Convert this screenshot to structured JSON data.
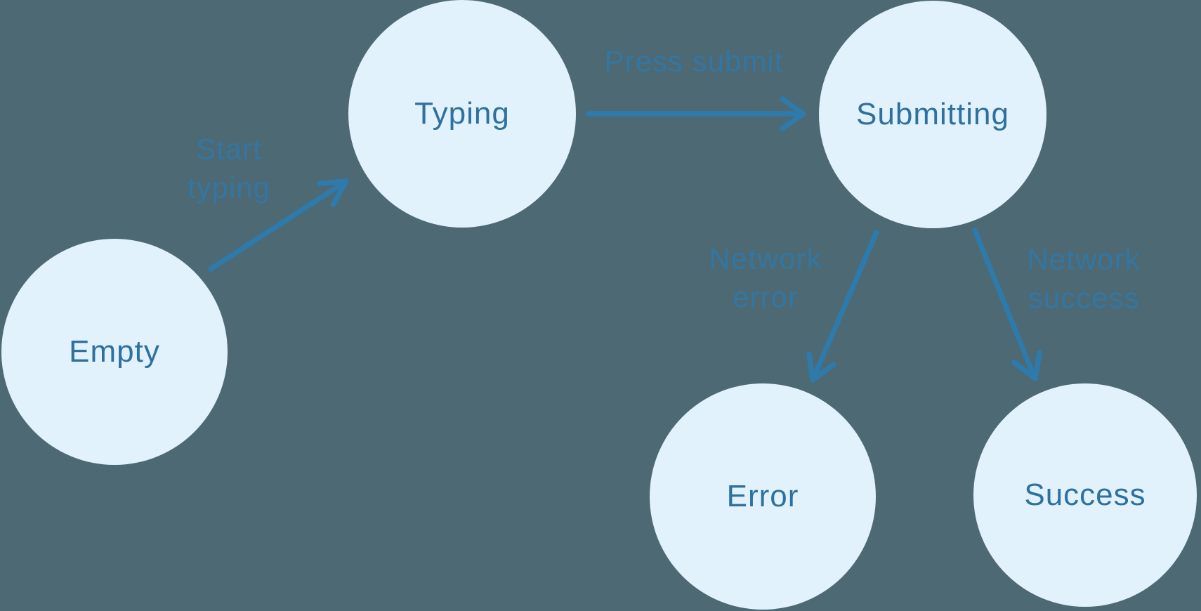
{
  "diagram": {
    "type": "state-machine",
    "states": [
      {
        "id": "empty",
        "label": "Empty"
      },
      {
        "id": "typing",
        "label": "Typing"
      },
      {
        "id": "submitting",
        "label": "Submitting"
      },
      {
        "id": "error",
        "label": "Error"
      },
      {
        "id": "success",
        "label": "Success"
      }
    ],
    "transitions": [
      {
        "from": "empty",
        "to": "typing",
        "label": "Start typing"
      },
      {
        "from": "typing",
        "to": "submitting",
        "label": "Press submit"
      },
      {
        "from": "submitting",
        "to": "error",
        "label": "Network error"
      },
      {
        "from": "submitting",
        "to": "success",
        "label": "Network success"
      }
    ]
  },
  "colors": {
    "background": "#4D6974",
    "node_fill": "#E2F2FC",
    "node_text": "#2E709F",
    "arrow": "#2E7AAB",
    "edge_label_text": "#2E7AAB"
  }
}
